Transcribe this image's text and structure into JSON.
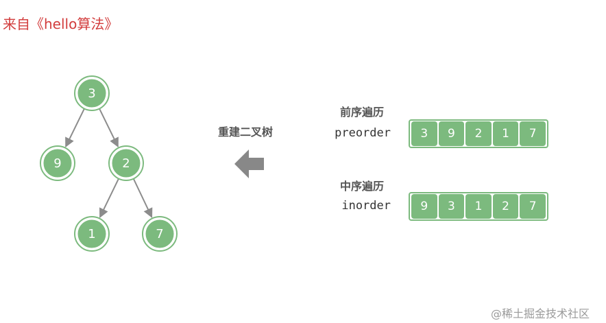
{
  "source_label": "来自《hello算法》",
  "tree": {
    "nodes": [
      {
        "id": "n3",
        "value": "3"
      },
      {
        "id": "n9",
        "value": "9"
      },
      {
        "id": "n2",
        "value": "2"
      },
      {
        "id": "n1",
        "value": "1"
      },
      {
        "id": "n7",
        "value": "7"
      }
    ],
    "edges": [
      {
        "from": "n3",
        "to": "n9"
      },
      {
        "from": "n3",
        "to": "n2"
      },
      {
        "from": "n2",
        "to": "n1"
      },
      {
        "from": "n2",
        "to": "n7"
      }
    ]
  },
  "action_label": "重建二叉树",
  "preorder": {
    "title": "前序遍历",
    "name": "preorder",
    "values": [
      "3",
      "9",
      "2",
      "1",
      "7"
    ]
  },
  "inorder": {
    "title": "中序遍历",
    "name": "inorder",
    "values": [
      "9",
      "3",
      "1",
      "2",
      "7"
    ]
  },
  "colors": {
    "node_fill": "#7cba7e",
    "edge": "#8c8c8c",
    "arrow": "#888888",
    "source_text": "#d23c3c"
  },
  "watermark": "@稀土掘金技术社区"
}
